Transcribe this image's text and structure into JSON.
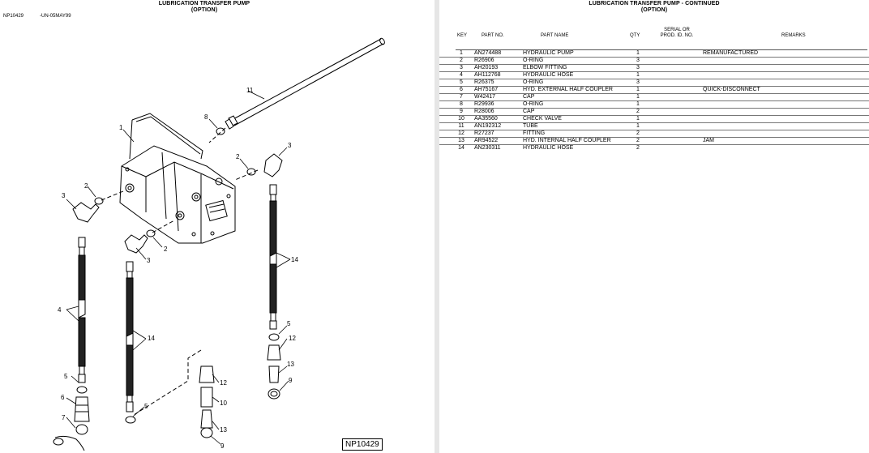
{
  "left_page": {
    "title": "LUBRICATION TRANSFER PUMP",
    "subtitle": "(OPTION)",
    "figure_code": "NP10429",
    "figure_date": "-UN-05MAY99",
    "box_label": "NP10429",
    "callouts": [
      "1",
      "2",
      "3",
      "4",
      "5",
      "6",
      "7",
      "8",
      "9",
      "10",
      "11",
      "12",
      "13",
      "14"
    ]
  },
  "right_page": {
    "title": "LUBRICATION TRANSFER PUMP - CONTINUED",
    "subtitle": "(OPTION)",
    "headers": {
      "key": "KEY",
      "part_no": "PART NO.",
      "part_name": "PART NAME",
      "qty": "QTY",
      "serial_1": "SERIAL OR",
      "serial_2": "PROD. ID. NO.",
      "remarks": "REMARKS"
    },
    "rows": [
      {
        "key": "1",
        "part": "AN274488",
        "name": "HYDRAULIC PUMP",
        "qty": "1",
        "remarks": "REMANUFACTURED"
      },
      {
        "key": "2",
        "part": "R26906",
        "name": "O-RING",
        "qty": "3",
        "remarks": ""
      },
      {
        "key": "3",
        "part": "AH20193",
        "name": "ELBOW FITTING",
        "qty": "3",
        "remarks": ""
      },
      {
        "key": "4",
        "part": "AH112768",
        "name": "HYDRAULIC HOSE",
        "qty": "1",
        "remarks": ""
      },
      {
        "key": "5",
        "part": "R26375",
        "name": "O-RING",
        "qty": "3",
        "remarks": ""
      },
      {
        "key": "6",
        "part": "AH75167",
        "name": "HYD. EXTERNAL HALF COUPLER",
        "qty": "1",
        "remarks": "QUICK-DISCONNECT"
      },
      {
        "key": "7",
        "part": "W42417",
        "name": "CAP",
        "qty": "1",
        "remarks": ""
      },
      {
        "key": "8",
        "part": "R29936",
        "name": "O-RING",
        "qty": "1",
        "remarks": ""
      },
      {
        "key": "9",
        "part": "R28006",
        "name": "CAP",
        "qty": "2",
        "remarks": ""
      },
      {
        "key": "10",
        "part": "AA35560",
        "name": "CHECK VALVE",
        "qty": "1",
        "remarks": ""
      },
      {
        "key": "11",
        "part": "AN192312",
        "name": "TUBE",
        "qty": "1",
        "remarks": ""
      },
      {
        "key": "12",
        "part": "R27237",
        "name": "FITTING",
        "qty": "2",
        "remarks": ""
      },
      {
        "key": "13",
        "part": "AR94522",
        "name": "HYD. INTERNAL HALF COUPLER",
        "qty": "2",
        "remarks": "JAM"
      },
      {
        "key": "14",
        "part": "AN230311",
        "name": "HYDRAULIC HOSE",
        "qty": "2",
        "remarks": ""
      }
    ]
  }
}
